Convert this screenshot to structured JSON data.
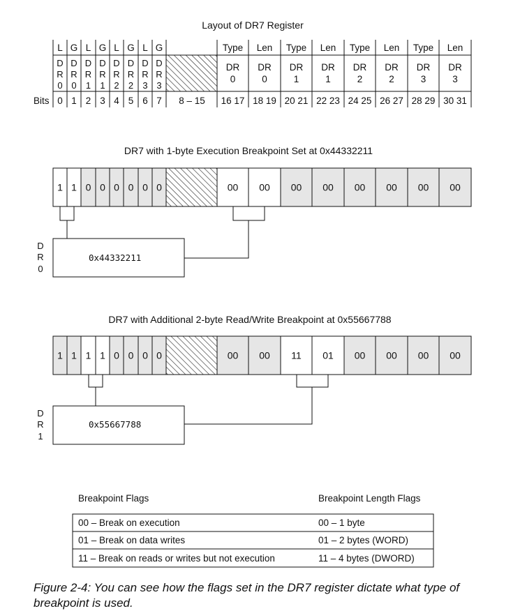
{
  "layout_section": {
    "title": "Layout of DR7 Register",
    "local_global": [
      "L",
      "G",
      "L",
      "G",
      "L",
      "G",
      "L",
      "G"
    ],
    "dr_columns": [
      [
        "D",
        "R",
        "0"
      ],
      [
        "D",
        "R",
        "0"
      ],
      [
        "D",
        "R",
        "1"
      ],
      [
        "D",
        "R",
        "1"
      ],
      [
        "D",
        "R",
        "2"
      ],
      [
        "D",
        "R",
        "2"
      ],
      [
        "D",
        "R",
        "3"
      ],
      [
        "D",
        "R",
        "3"
      ]
    ],
    "type_len_headers": [
      "Type",
      "Len",
      "Type",
      "Len",
      "Type",
      "Len",
      "Type",
      "Len"
    ],
    "type_len_drs": [
      [
        "DR",
        "0"
      ],
      [
        "DR",
        "0"
      ],
      [
        "DR",
        "1"
      ],
      [
        "DR",
        "1"
      ],
      [
        "DR",
        "2"
      ],
      [
        "DR",
        "2"
      ],
      [
        "DR",
        "3"
      ],
      [
        "DR",
        "3"
      ]
    ],
    "bits_label": "Bits",
    "bit_numbers": [
      "0",
      "1",
      "2",
      "3",
      "4",
      "5",
      "6",
      "7"
    ],
    "reserved_range": "8 – 15",
    "high_bit_pairs": [
      "16 17",
      "18 19",
      "20 21",
      "22 23",
      "24 25",
      "26 27",
      "28 29",
      "30 31"
    ]
  },
  "example1": {
    "title": "DR7 with 1-byte Execution Breakpoint Set at 0x44332211",
    "low_bits": [
      "1",
      "1",
      "0",
      "0",
      "0",
      "0",
      "0",
      "0"
    ],
    "high_fields": [
      "00",
      "00",
      "00",
      "00",
      "00",
      "00",
      "00",
      "00"
    ],
    "side_label": [
      "D",
      "R",
      "0"
    ],
    "address": "0x44332211"
  },
  "example2": {
    "title": "DR7 with Additional 2-byte Read/Write Breakpoint at 0x55667788",
    "low_bits": [
      "1",
      "1",
      "1",
      "1",
      "0",
      "0",
      "0",
      "0"
    ],
    "high_fields": [
      "00",
      "00",
      "11",
      "01",
      "00",
      "00",
      "00",
      "00"
    ],
    "side_label": [
      "D",
      "R",
      "1"
    ],
    "address": "0x55667788"
  },
  "flags": {
    "breakpoint_flags_title": "Breakpoint Flags",
    "length_flags_title": "Breakpoint Length Flags",
    "breakpoint_flags": [
      "00 – Break on execution",
      "01 – Break on data writes",
      "11 – Break on reads or writes but not execution"
    ],
    "length_flags": [
      "00 – 1 byte",
      "01 – 2 bytes (WORD)",
      "11 – 4 bytes (DWORD)"
    ]
  },
  "caption": "Figure 2-4: You can see how the flags set in the DR7 register dictate what type of breakpoint is used.",
  "colors": {
    "shaded": "#e6e6e6",
    "line": "#111111",
    "background": "#ffffff"
  }
}
